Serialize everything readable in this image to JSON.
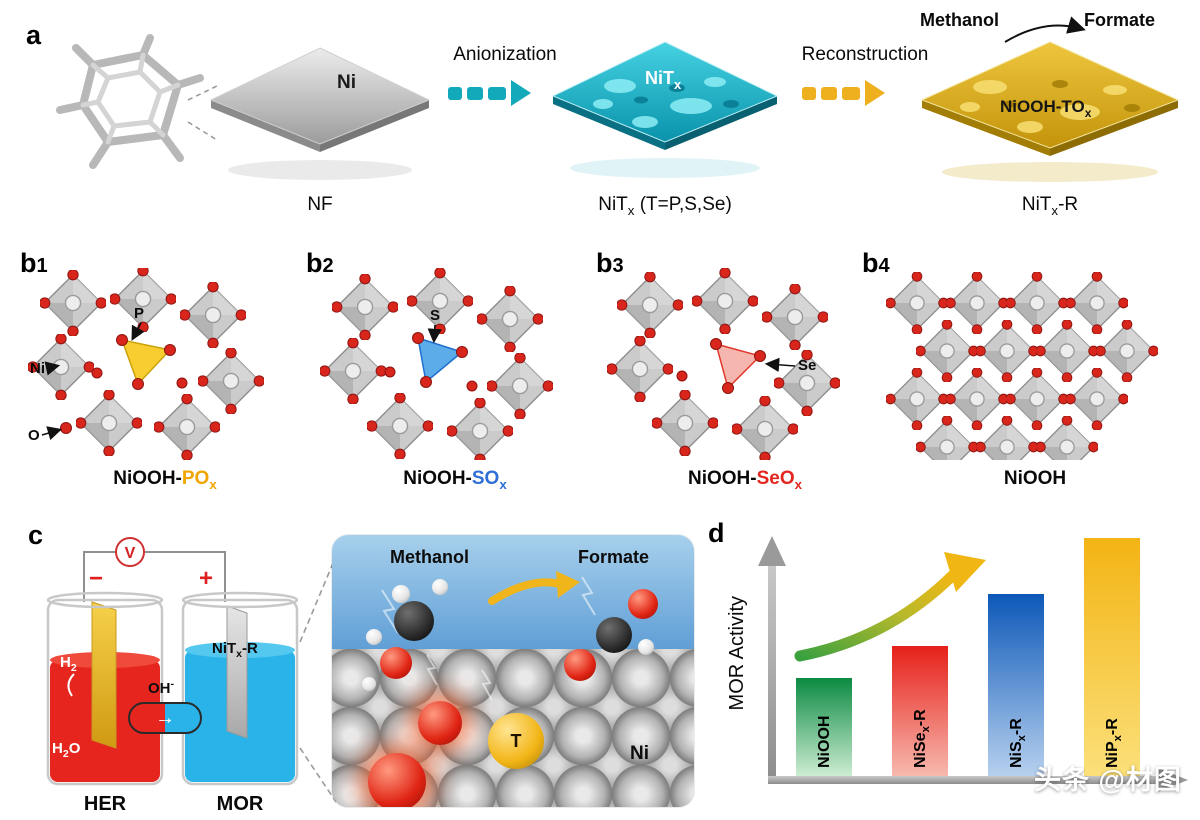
{
  "watermark": "头条 @材图",
  "colors": {
    "anionization_arrow": "#12a9ba",
    "reconstruction_arrow": "#eeb01f",
    "po_x": "#f0a500",
    "so_x": "#2f6fd6",
    "seo_x": "#e3261f",
    "her_liquid": "#e5251e",
    "mor_liquid": "#29b3e8"
  },
  "panel_a": {
    "label": "a",
    "plate1_face": "Ni",
    "plate1_caption": "NF",
    "arrow1_label": "Anionization",
    "plate2_face": {
      "base": "NiT",
      "sub": "x"
    },
    "plate2_caption": {
      "base": "NiT",
      "sub": "x",
      "rest": " (T=P,S,Se)"
    },
    "arrow2_label": "Reconstruction",
    "methanol": "Methanol",
    "formate": "Formate",
    "plate3_face": {
      "base": "NiOOH-TO",
      "sub": "x"
    },
    "plate3_caption": {
      "base": "NiT",
      "sub": "x",
      "rest": "-R"
    }
  },
  "panel_b": {
    "items": [
      {
        "label": "b",
        "num": "1",
        "ni": "Ni",
        "o": "O",
        "t": "P",
        "cap_black": "NiOOH-",
        "cap_color": "PO",
        "cap_sub": "x"
      },
      {
        "label": "b",
        "num": "2",
        "t": "S",
        "cap_black": "NiOOH-",
        "cap_color": "SO",
        "cap_sub": "x"
      },
      {
        "label": "b",
        "num": "3",
        "t": "Se",
        "cap_black": "NiOOH-",
        "cap_color": "SeO",
        "cap_sub": "x"
      },
      {
        "label": "b",
        "num": "4",
        "cap_black": "NiOOH",
        "cap_color": "",
        "cap_sub": ""
      }
    ]
  },
  "panel_c": {
    "label": "c",
    "voltmeter": "V",
    "minus": "−",
    "plus": "+",
    "h2": {
      "base": "H",
      "sub": "2"
    },
    "h2o": {
      "base": "H",
      "sub": "2",
      "rest": "O"
    },
    "oh": {
      "base": "OH",
      "sup": "-"
    },
    "flow_arrow": "→",
    "electrode": {
      "base": "NiT",
      "sub": "x",
      "rest": "-R"
    },
    "her": "HER",
    "mor": "MOR",
    "inset": {
      "methanol": "Methanol",
      "formate": "Formate",
      "t": "T",
      "ni": "Ni"
    }
  },
  "panel_d": {
    "label": "d",
    "ylabel": "MOR Activity"
  },
  "chart_data": {
    "type": "bar",
    "title": "",
    "xlabel": "",
    "ylabel": "MOR Activity",
    "categories": [
      "NiOOH",
      "NiSex-R",
      "NiSx-R",
      "NiPx-R"
    ],
    "categories_rich": [
      {
        "base": "NiOOH",
        "sub": "",
        "rest": ""
      },
      {
        "base": "NiSe",
        "sub": "x",
        "rest": "-R"
      },
      {
        "base": "NiS",
        "sub": "x",
        "rest": "-R"
      },
      {
        "base": "NiP",
        "sub": "x",
        "rest": "-R"
      }
    ],
    "values": [
      0.41,
      0.54,
      0.76,
      0.99
    ],
    "ylim": [
      0,
      1
    ],
    "grid": false,
    "legend": "none",
    "bar_colors": [
      [
        "#0b8a42",
        "#cdecd2"
      ],
      [
        "#e6201a",
        "#f7b9ae"
      ],
      [
        "#0d58b8",
        "#b6d0ee"
      ],
      [
        "#f3b414",
        "#fbe07a"
      ]
    ],
    "trend": "increasing"
  }
}
